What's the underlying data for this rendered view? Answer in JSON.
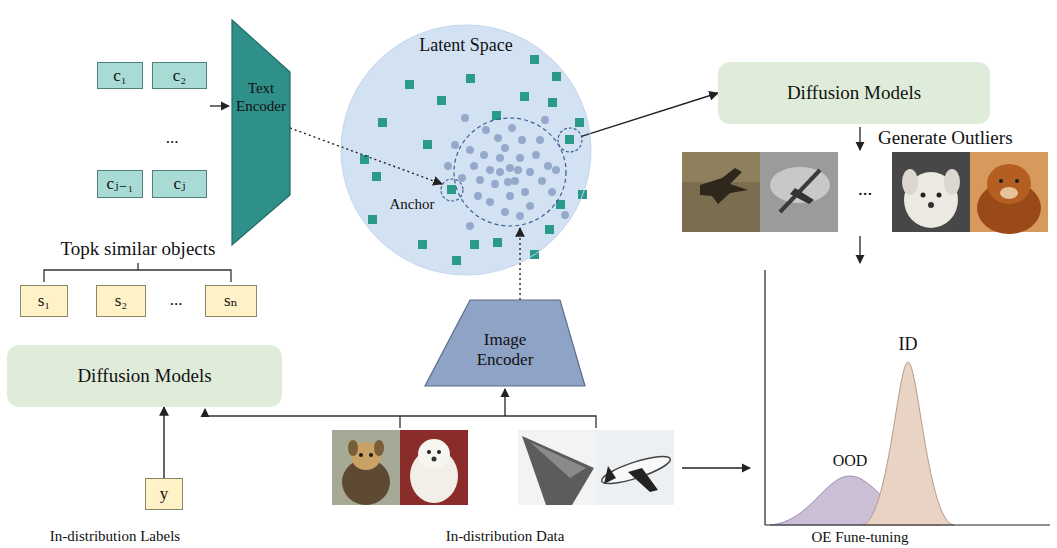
{
  "diagram": {
    "nodes": [
      {
        "text": [
          "c₁"
        ]
      },
      {
        "text": [
          "c₂"
        ]
      },
      {
        "text": [
          "cⱼ₋₁"
        ]
      },
      {
        "text": [
          "cⱼ"
        ]
      },
      {
        "text": [
          "Text Encoder"
        ]
      },
      {
        "text": [
          "Latent Space"
        ]
      },
      {
        "text": [
          "Diffusion Models"
        ]
      },
      {
        "text": [
          "s₁"
        ]
      },
      {
        "text": [
          "s₂"
        ]
      },
      {
        "text": [
          "sₙ"
        ]
      },
      {
        "text": [
          "Diffusion Models"
        ]
      },
      {
        "text": [
          "Image Encoder"
        ]
      },
      {
        "text": [
          "y"
        ]
      }
    ],
    "edges": [
      {
        "from": 4,
        "to": 5,
        "arrow": "to"
      },
      {
        "from": 11,
        "to": 5,
        "arrow": "to"
      },
      {
        "from": 5,
        "to": 6,
        "arrow": "to"
      },
      {
        "from": 12,
        "to": 10,
        "arrow": "to"
      }
    ],
    "labels": [
      "...",
      "Anchor",
      "Generate Outliers",
      "...",
      "Topk similar objects",
      "...",
      "ID",
      "OOD",
      "In-distribution Labels",
      "In-distribution Data",
      "OE Fune-tuning"
    ]
  }
}
